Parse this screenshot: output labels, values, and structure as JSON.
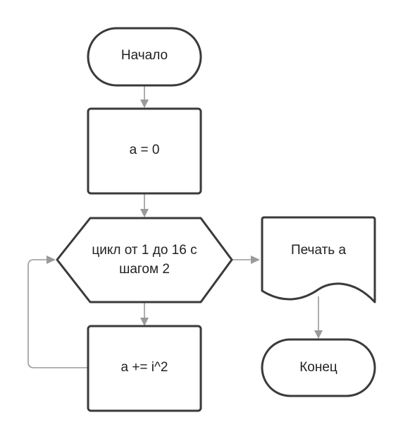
{
  "nodes": {
    "start": {
      "text": "Начало"
    },
    "init": {
      "text": "a = 0"
    },
    "loop": {
      "line1": "цикл от 1 до 16 с",
      "line2": "шагом 2"
    },
    "body": {
      "text": "a += i^2"
    },
    "print": {
      "text": "Печать a"
    },
    "end": {
      "text": "Конец"
    }
  },
  "colors": {
    "border": "#3a3a3a",
    "connector": "#9a9a9a",
    "text": "#222222",
    "fill": "#ffffff"
  }
}
